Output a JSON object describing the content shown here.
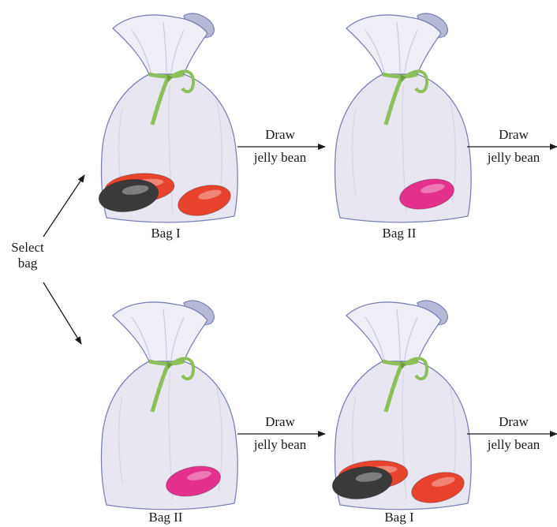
{
  "select_label": [
    "Select",
    "bag"
  ],
  "draw_label": [
    "Draw",
    "jelly bean"
  ],
  "bags": [
    {
      "id": "top-left",
      "label": "Bag I",
      "beans": [
        "black",
        "red",
        "red"
      ]
    },
    {
      "id": "top-right",
      "label": "Bag II",
      "beans": [
        "pink"
      ]
    },
    {
      "id": "bottom-left",
      "label": "Bag II",
      "beans": [
        "pink"
      ]
    },
    {
      "id": "bottom-right",
      "label": "Bag I",
      "beans": [
        "black",
        "red",
        "red"
      ]
    }
  ],
  "colors": {
    "bag_fill": "#e8e7f1",
    "bag_outline": "#7a82b4",
    "ribbon": "#8fbf5a",
    "bean_black": "#3a3a3a",
    "bean_red": "#e8432c",
    "bean_pink": "#e4318c",
    "arrow": "#1a1a1a"
  }
}
